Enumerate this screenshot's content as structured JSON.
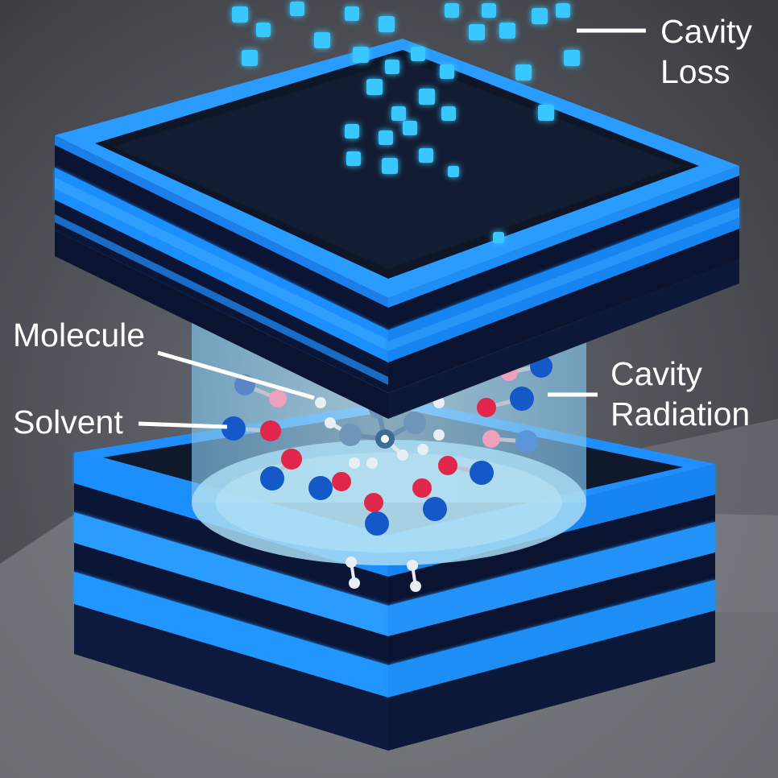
{
  "labels": {
    "cavity_loss_line1": "Cavity",
    "cavity_loss_line2": "Loss",
    "molecule": "Molecule",
    "solvent": "Solvent",
    "cavity_radiation_line1": "Cavity",
    "cavity_radiation_line2": "Radiation"
  },
  "colors": {
    "mirror_glow": "#1f8fff",
    "mirror_dark": "#0a1432",
    "photon": "#38c8ff",
    "solvent_red": "#e0264a",
    "solvent_blue": "#1558c8",
    "molecule_white": "#e8eef4",
    "cavity_region": "#9fd4ee"
  }
}
